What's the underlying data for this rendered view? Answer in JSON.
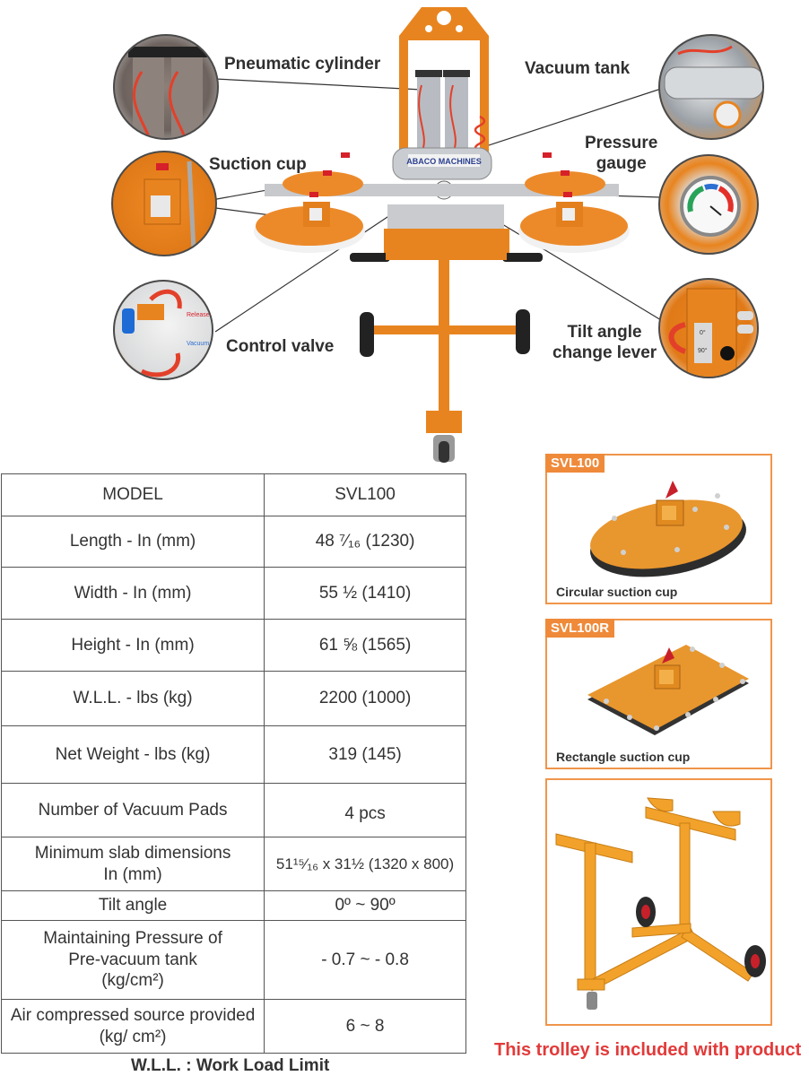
{
  "illustration": {
    "brand_on_tank": "ABACO MACHINES",
    "callouts": [
      {
        "id": "pneumatic-cylinder",
        "label": "Pneumatic cylinder"
      },
      {
        "id": "vacuum-tank",
        "label": "Vacuum tank"
      },
      {
        "id": "suction-cup",
        "label": "Suction cup"
      },
      {
        "id": "pressure-gauge",
        "label_line1": "Pressure",
        "label_line2": "gauge"
      },
      {
        "id": "control-valve",
        "label": "Control valve",
        "sub_release": "Release",
        "sub_vacuum": "Vacuum"
      },
      {
        "id": "tilt-angle-change-lever",
        "label_line1": "Tilt angle",
        "label_line2": "change lever",
        "mark_0": "0°",
        "mark_90": "90°"
      }
    ]
  },
  "spec_table": {
    "header": {
      "label": "MODEL",
      "value": "SVL100"
    },
    "rows": [
      {
        "label": "Length - In (mm)",
        "value": "48 ⁷⁄₁₆ (1230)"
      },
      {
        "label": "Width - In (mm)",
        "value": "55 ½ (1410)"
      },
      {
        "label": "Height - In (mm)",
        "value": "61 ⅝ (1565)"
      },
      {
        "label": "W.L.L. - lbs (kg)",
        "value": "2200 (1000)"
      },
      {
        "label": "Net Weight  - lbs (kg)",
        "value": "319 (145)"
      },
      {
        "label": "Number of Vacuum Pads",
        "value": "4 pcs"
      },
      {
        "label_line1": "Minimum slab dimensions",
        "label_line2": "In (mm)",
        "value": "51¹⁵⁄₁₆ x 31½ (1320 x 800)"
      },
      {
        "label": "Tilt angle",
        "value": "0º ~ 90º"
      },
      {
        "label_line1": "Maintaining Pressure of",
        "label_line2": "Pre-vacuum tank",
        "label_line3": "(kg/cm²)",
        "value": "- 0.7 ~ - 0.8"
      },
      {
        "label_line1": "Air compressed source provided",
        "label_line2": "(kg/ cm²)",
        "value": "6 ~ 8"
      }
    ],
    "footnote": "W.L.L. : Work Load Limit"
  },
  "cards": [
    {
      "tag": "SVL100",
      "caption": "Circular suction cup"
    },
    {
      "tag": "SVL100R",
      "caption": "Rectangle suction cup"
    },
    {
      "tag": "",
      "caption": ""
    }
  ],
  "trolley_note": "This trolley is included with product",
  "colors": {
    "accent_orange": "#ef8a3a",
    "machine_orange": "#e8841f",
    "note_red": "#e23a3a",
    "text_dark": "#333333"
  }
}
